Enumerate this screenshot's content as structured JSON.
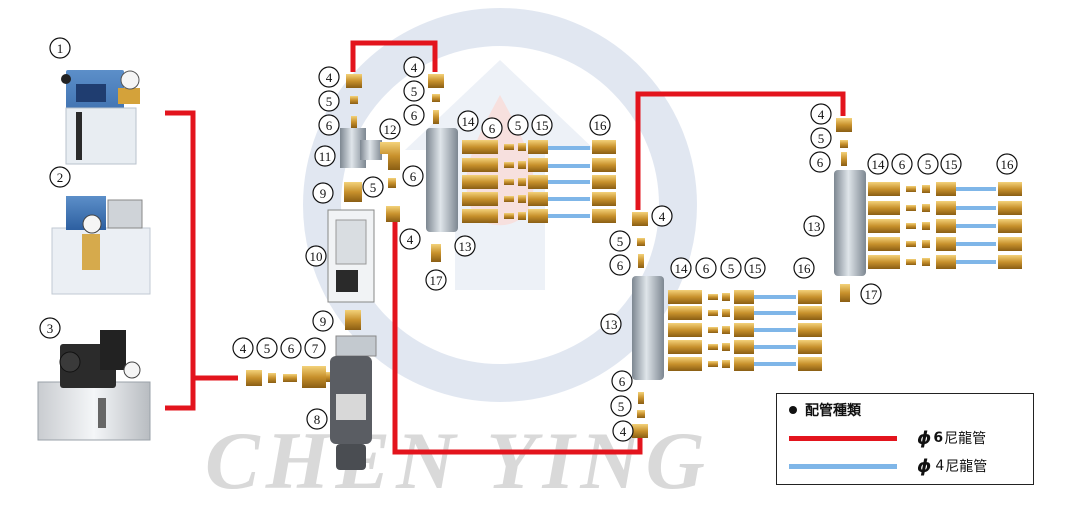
{
  "watermark": "CHEN YING",
  "colors": {
    "pipe6": "#e3141d",
    "pipe4": "#7fb6e8",
    "brass": "#d4a23a",
    "brass_dark": "#8a5e14",
    "steel": "#a9b3bd",
    "logo": "#c9d4e6"
  },
  "callouts": {
    "c1": "1",
    "c2": "2",
    "c3": "3",
    "c4a": "4",
    "c5a": "5",
    "c6a": "6",
    "c7": "7",
    "c8": "8",
    "c9a": "9",
    "c9b": "9",
    "c10": "10",
    "c11": "11",
    "c12": "12",
    "c4b": "4",
    "c5b": "5",
    "c6b": "6",
    "c4c": "4",
    "c5c": "5",
    "c6c": "6",
    "c5d": "5",
    "c6d": "6",
    "c4d": "4",
    "c13a": "13",
    "c14a": "14",
    "c6e": "6",
    "c5e": "5",
    "c15a": "15",
    "c16a": "16",
    "c17a": "17",
    "c4e": "4",
    "c5f": "5",
    "c6f": "6",
    "c13b": "13",
    "c14b": "14",
    "c6g": "6",
    "c5g": "5",
    "c15b": "15",
    "c16b": "16",
    "c6h": "6",
    "c5h": "5",
    "c4f": "4",
    "c4g": "4",
    "c5i": "5",
    "c6i": "6",
    "c13c": "13",
    "c14c": "14",
    "c6j": "6",
    "c5j": "5",
    "c15c": "15",
    "c16c": "16",
    "c17b": "17"
  },
  "legend": {
    "title": "配管種類",
    "red_symbol": "ϕ",
    "red_label_num": "6",
    "red_label": "尼龍管",
    "blue_symbol": "ϕ",
    "blue_label_num": "4",
    "blue_label": "尼龍管"
  }
}
